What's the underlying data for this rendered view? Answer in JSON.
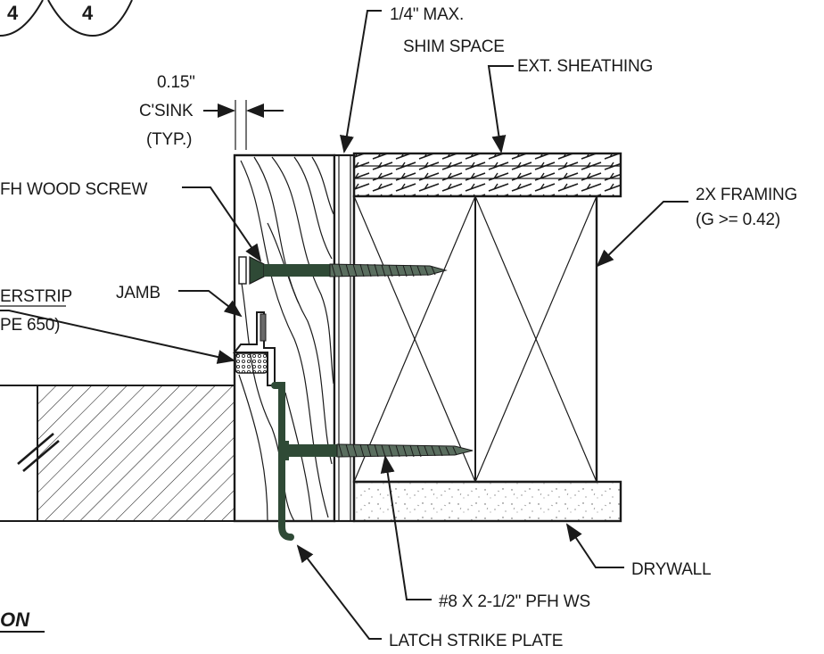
{
  "detail_refs": [
    "4",
    "4"
  ],
  "labels": {
    "shim_space_line1": "1/4\" MAX.",
    "shim_space_line2": "SHIM SPACE",
    "ext_sheathing": "EXT. SHEATHING",
    "csink_line1": "0.15\"",
    "csink_line2": "C'SINK",
    "csink_line3": "(TYP.)",
    "pfh_wood_screw": "FH WOOD SCREW",
    "framing_line1": "2X FRAMING",
    "framing_line2": "(G >= 0.42)",
    "weatherstrip_line1": "ERSTRIP",
    "weatherstrip_line2": "PE 650)",
    "jamb": "JAMB",
    "drywall": "DRYWALL",
    "screw_spec": "#8 X 2-1/2\" PFH WS",
    "latch_strike_plate": "LATCH STRIKE PLATE",
    "section_title": "ON"
  },
  "colors": {
    "line": "#1a1a1a",
    "fastener": "#2f4a36",
    "background": "#ffffff"
  }
}
